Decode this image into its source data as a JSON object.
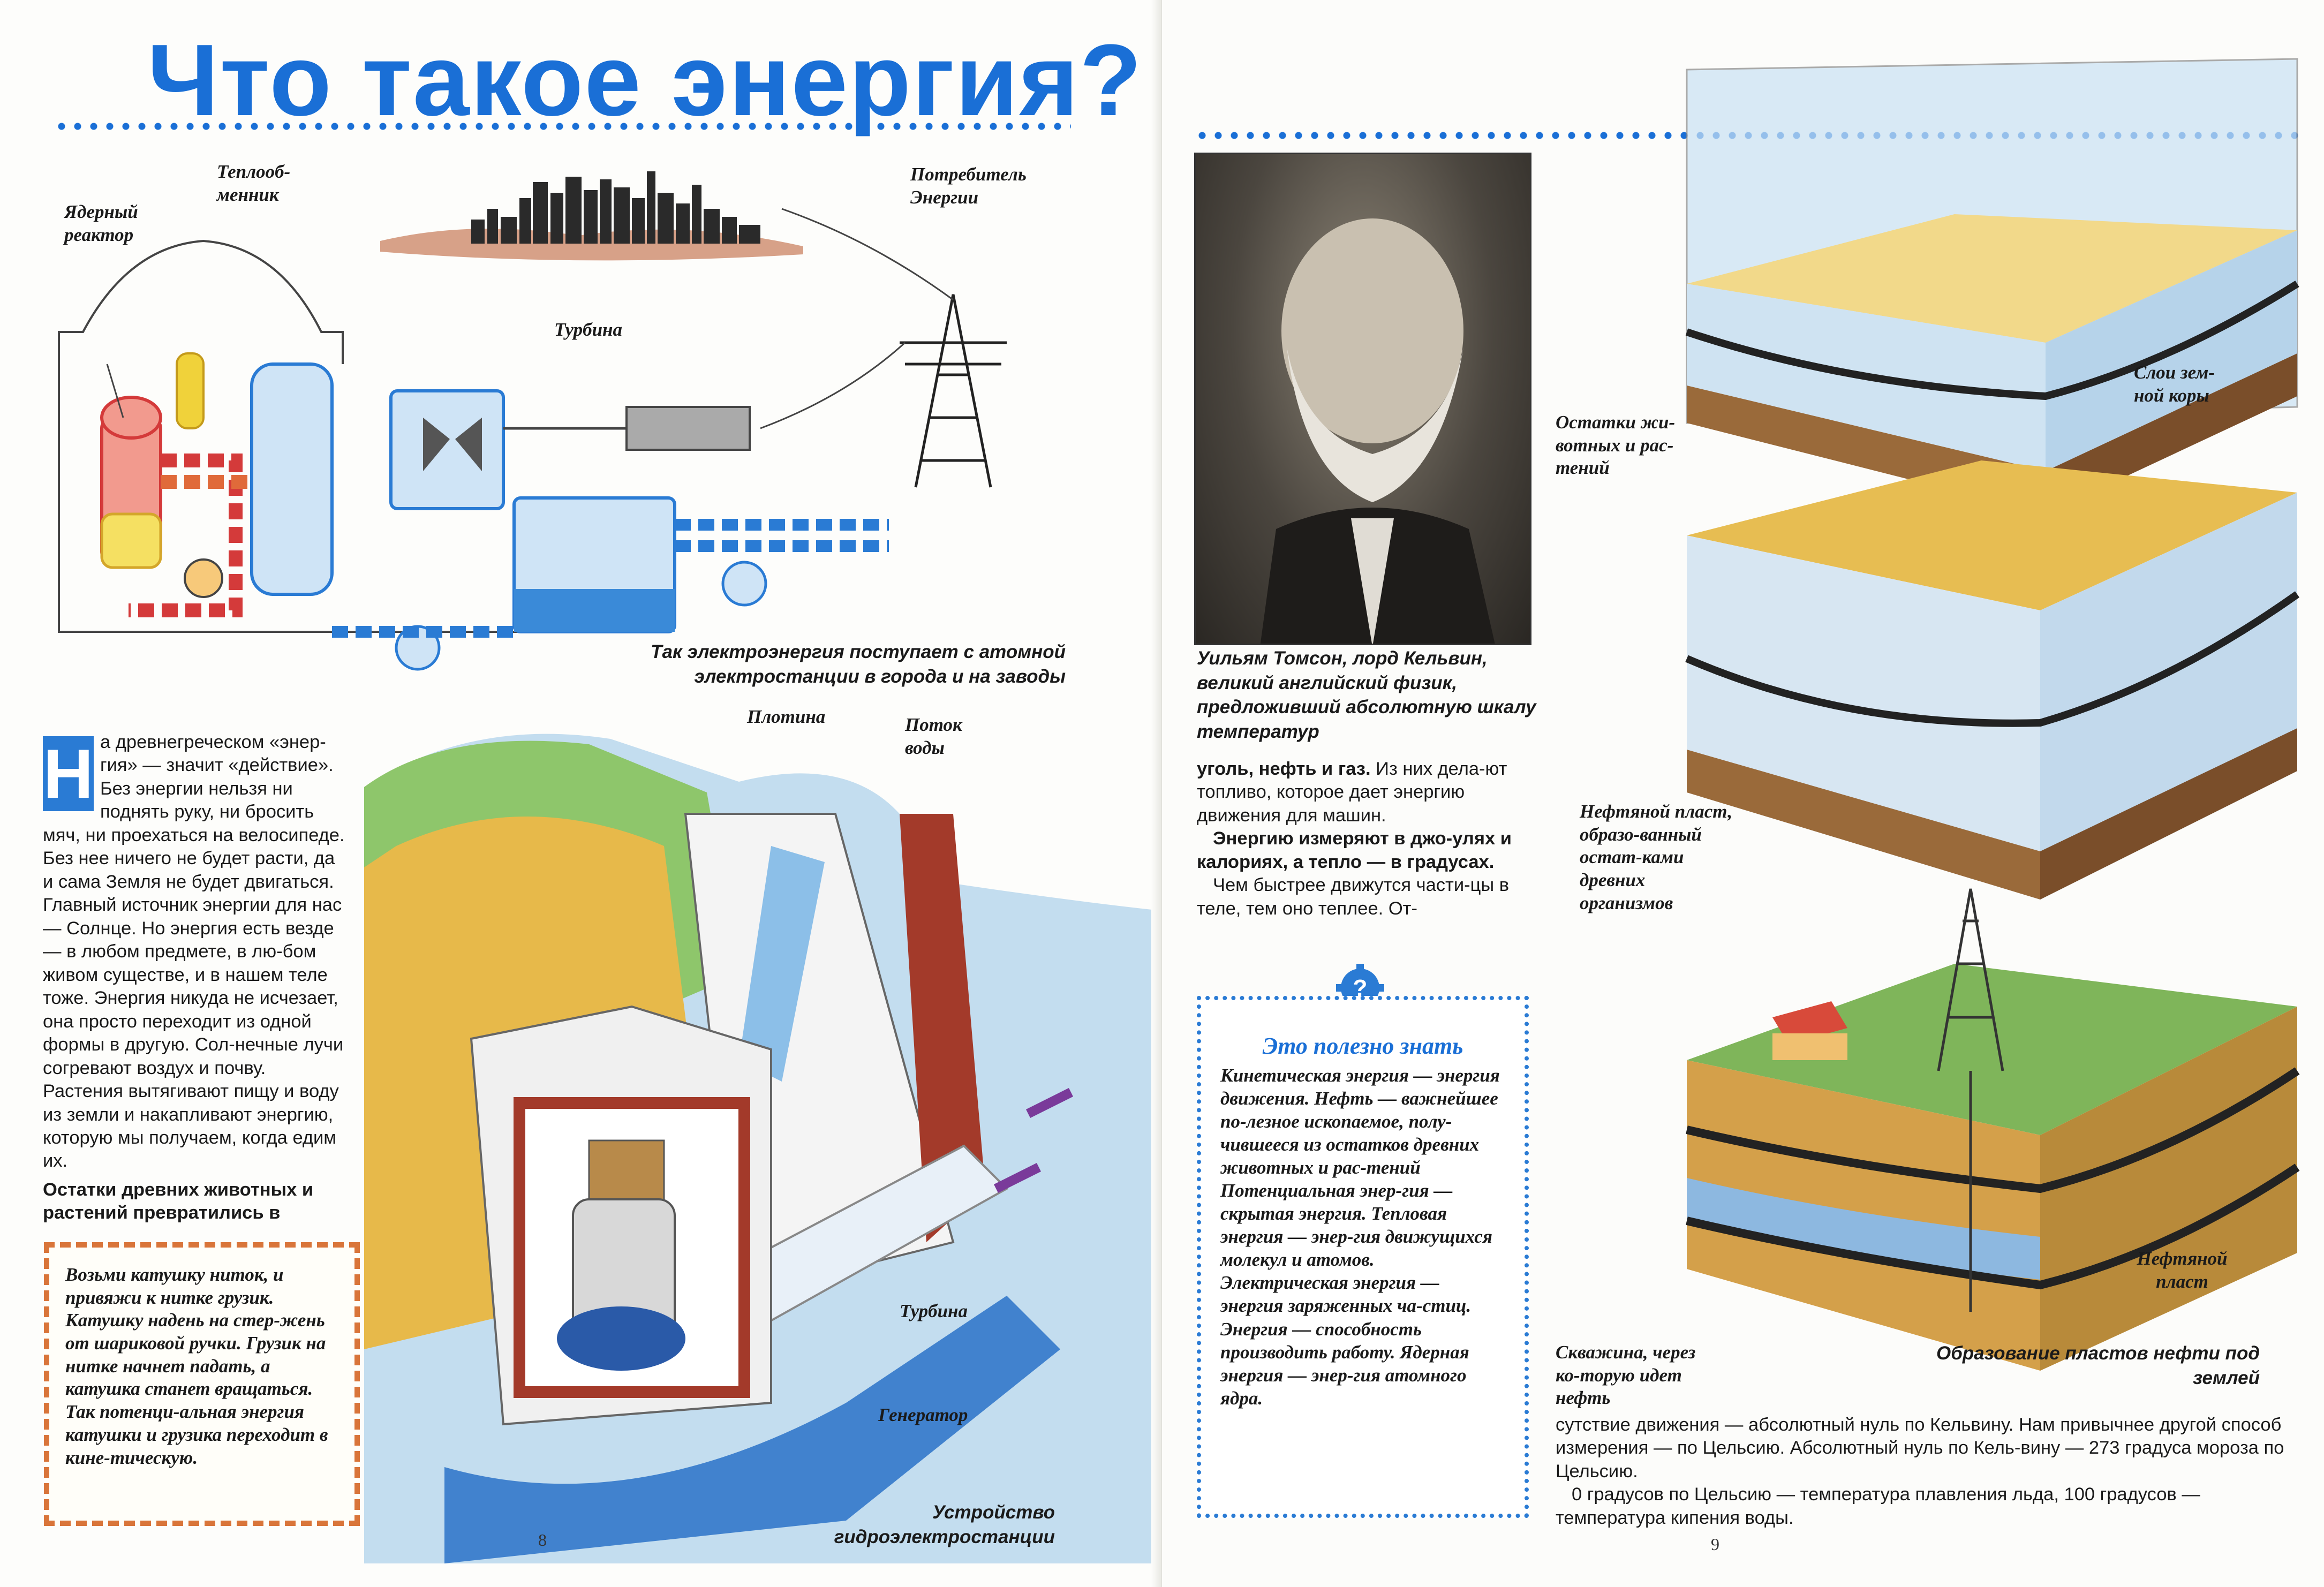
{
  "title": "Что такое энергия?",
  "nuclear_diagram": {
    "labels": {
      "reactor": "Ядерный реактор",
      "heat_exchanger": "Теплооб-менник",
      "consumer": "Потребитель Энергии",
      "turbine": "Турбина"
    },
    "caption": "Так электроэнергия поступает с атомной электростанции в города и на заводы"
  },
  "intro": {
    "dropcap": "Н",
    "text": "а древнегреческом «энер-гия» — значит «действие». Без энергии нельзя ни поднять руку, ни бросить мяч, ни проехаться на велосипеде. Без нее ничего не будет расти, да и сама Земля не будет двигаться. Главный источник энергии для нас — Солнце. Но энергия есть везде — в любом предмете, в лю-бом живом существе, и в нашем теле тоже. Энергия никуда не исчезает, она просто переходит из одной формы в другую. Сол-нечные лучи согревают воздух и почву. Растения вытягивают пищу и воду из земли и накапливают энергию, которую мы получаем, когда едим их.",
    "bold_tail": "Остатки древних животных и растений превратились в"
  },
  "tip": {
    "text": "Возьми катушку ниток, и привяжи к нитке грузик. Катушку надень на стер-жень от шариковой ручки. Грузик на нитке начнет падать, а катушка станет вращаться. Так потенци-альная энергия катушки и грузика переходит в кине-тическую."
  },
  "hydro_diagram": {
    "labels": {
      "dam": "Плотина",
      "water_flow": "Поток воды",
      "turbine": "Турбина",
      "generator": "Генератор"
    },
    "caption": "Устройство гидроэлектростанции"
  },
  "portrait": {
    "caption": "Уильям Томсон, лорд Кельвин, великий английский физик, предложивший абсолютную шкалу температур"
  },
  "middle_text": {
    "p1_bold": "уголь, нефть и газ.",
    "p1": " Из них дела-ют топливо, которое дает энергию движения для машин.",
    "p2_bold": "Энергию измеряют в джо-улях и калориях, а тепло — в градусах.",
    "p3": "Чем быстрее движутся части-цы в теле, тем оно теплее. От-"
  },
  "info_box": {
    "heading": "Это полезно знать",
    "body": "Кинетическая энергия — энергия движения. Нефть — важнейшее по-лезное ископаемое, полу-чившееся из остатков древних животных и рас-тений Потенциальная энер-гия — скрытая энергия. Тепловая энергия — энер-гия движущихся молекул и атомов. Электрическая энергия — энергия заряженных ча-стиц. Энергия — способность производить работу. Ядерная энергия — энер-гия атомного ядра."
  },
  "oil_diagram": {
    "labels": {
      "layers": "Слои зем-ной коры",
      "remains": "Остатки жи-вотных и рас-тений",
      "oil_layer_formed": "Нефтяной пласт, образо-ванный остат-ками древних организмов",
      "oil_layer": "Нефтяной пласт",
      "well": "Скважина, через ко-торую идет нефть"
    },
    "caption": "Образование пластов нефти под землей"
  },
  "bottom_text": {
    "p1": "сутствие движения — абсолютный нуль по Кельвину. Нам привычнее другой способ измерения — по Цельсию. Абсолютный нуль по Кель-вину — 273 градуса мороза по Цельсию.",
    "p2": "0 градусов по Цельсию — температура плавления льда, 100 градусов — температура кипения воды."
  },
  "page_numbers": {
    "left": "8",
    "right": "9"
  },
  "colors": {
    "title_blue": "#1a6fd6",
    "tip_border": "#d9753a",
    "info_border": "#2a7bd4"
  }
}
